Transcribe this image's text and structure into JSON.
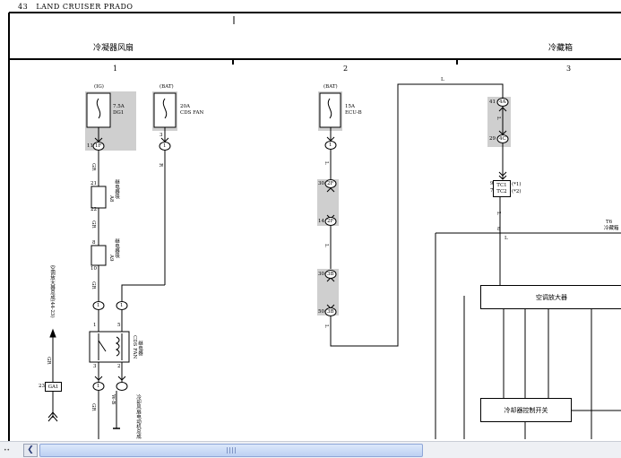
{
  "page": {
    "number": "43",
    "title": "LAND CRUISER PRADO"
  },
  "sections": {
    "left": "冷凝器风扇",
    "right": "冷藏箱"
  },
  "columns": [
    "1",
    "2",
    "3"
  ],
  "sources": {
    "ig": "(IG)",
    "bat1": "(BAT)",
    "bat2": "(BAT)"
  },
  "fuses": {
    "f1": {
      "rating": "7.5A",
      "name": "DG1"
    },
    "f2": {
      "rating": "20A",
      "name": "CDS FAN"
    },
    "f3": {
      "rating": "15A",
      "name": "ECU-B"
    }
  },
  "connectors": {
    "c1": "1F",
    "c2": "1",
    "c3": "2F",
    "c4": "2F",
    "c5": "3B",
    "c6": "3B",
    "c7": "4A",
    "c8": "4C",
    "c9": "1",
    "c10": "1",
    "c11": "1",
    "c12": "1",
    "c13": "GA1"
  },
  "pins": {
    "p11": "11",
    "p3a": "3",
    "p21": "21",
    "p22": "22",
    "p8a": "8",
    "p10": "10",
    "p30": "30",
    "p14": "14",
    "p30b": "30",
    "p50": "50",
    "p41": "41",
    "p29": "29",
    "p5": "5",
    "p3b": "3",
    "p2": "2",
    "p1": "1",
    "p23": "23",
    "p9": "9",
    "p7": "7",
    "p8b": "8"
  },
  "wires": {
    "b1": "GR",
    "b2": "R",
    "b3": "GR",
    "b4": "GR",
    "b5": "L",
    "b6": "L",
    "b7": "L",
    "b8": "L",
    "b9": "GR",
    "b10": "GR",
    "b11": "L",
    "b12": "L",
    "b13": "L",
    "b14": "W-B"
  },
  "parts": {
    "a4": {
      "code": "A8",
      "name": "继电器块"
    },
    "a9": {
      "code": "A9",
      "name": "继电器块"
    },
    "relay": {
      "name": "CDS FAN",
      "sub": "继电器"
    },
    "tc": {
      "t1": "TC1",
      "t2": "TC2",
      "n1": "(*1)",
      "n2": "(*2)"
    },
    "t6": {
      "code": "T6",
      "name": "冷藏箱"
    }
  },
  "notes": {
    "ac_amp": "空调放大器总成(44-23)",
    "motor": "冷却风扇电动机总成"
  },
  "boxes": {
    "amp": "空调放大器",
    "ctrl": "冷却器控制开关"
  }
}
